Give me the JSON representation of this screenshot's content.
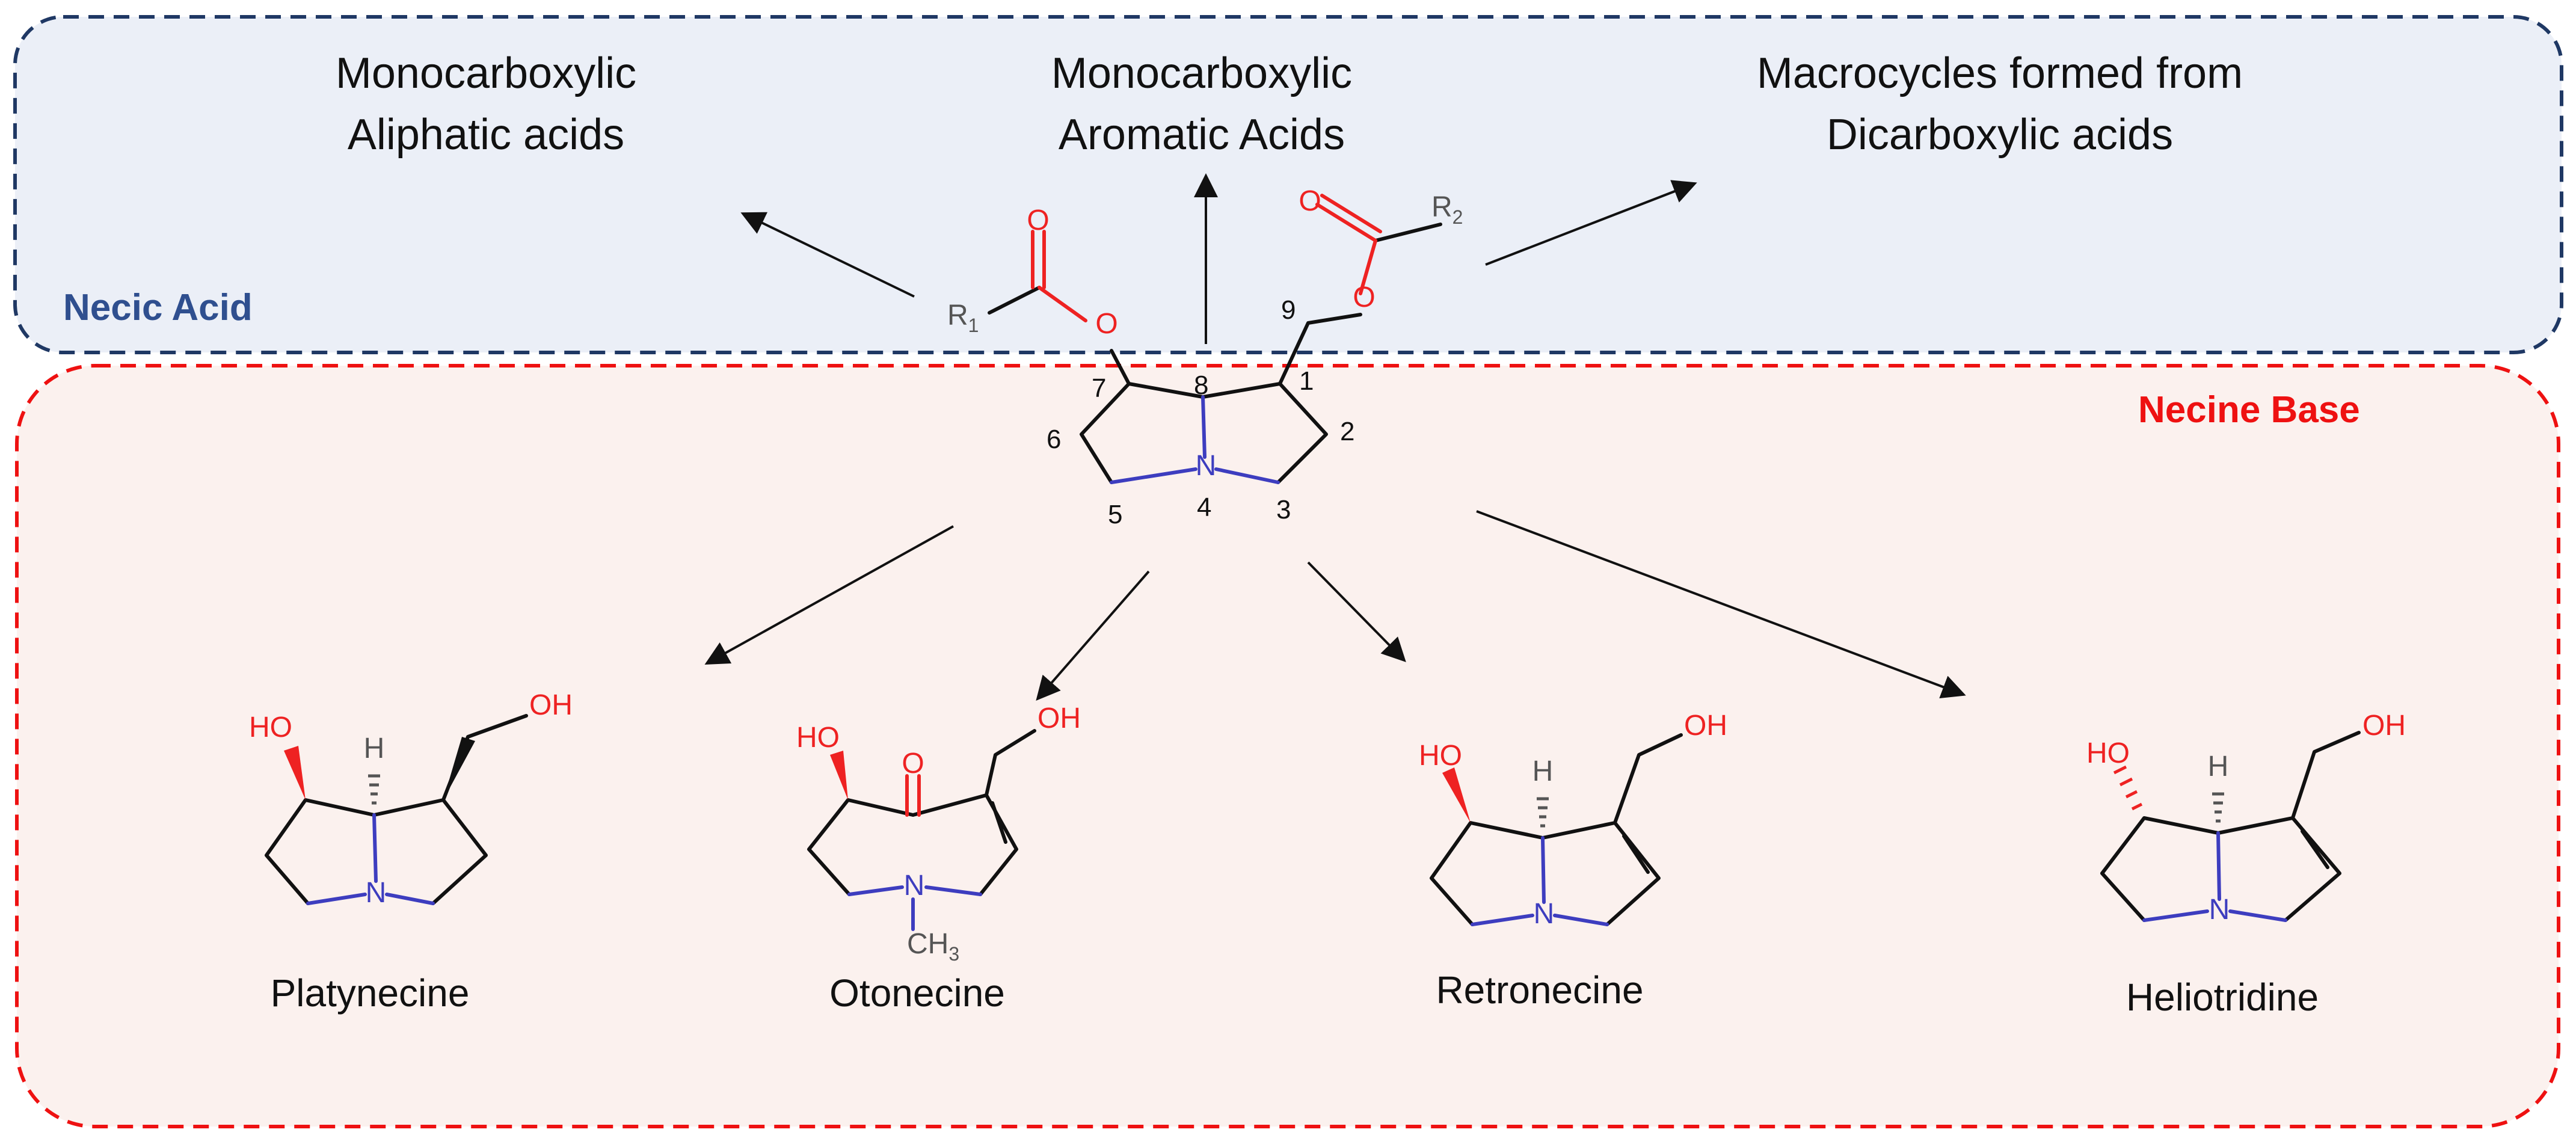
{
  "regions": {
    "necic_acid": {
      "label": "Necic Acid",
      "color": "#2f4f8f"
    },
    "necine_base": {
      "label": "Necine Base",
      "color": "#ee1111"
    }
  },
  "acid_classes": [
    {
      "line1": "Monocarboxylic",
      "line2": "Aliphatic acids"
    },
    {
      "line1": "Monocarboxylic",
      "line2": "Aromatic Acids"
    },
    {
      "line1": "Macrocycles formed from",
      "line2": "Dicarboxylic acids"
    }
  ],
  "core_structure": {
    "atom_numbers": [
      "1",
      "2",
      "3",
      "4",
      "5",
      "6",
      "7",
      "8",
      "9"
    ],
    "substituents": {
      "r1": "R",
      "r1_sub": "1",
      "r2": "R",
      "r2_sub": "2"
    },
    "atoms": {
      "O": "O",
      "N": "N"
    }
  },
  "molecules": [
    {
      "name": "Platynecine",
      "labels": {
        "ho": "HO",
        "oh": "OH",
        "h": "H",
        "n": "N"
      }
    },
    {
      "name": "Otonecine",
      "labels": {
        "ho": "HO",
        "oh": "OH",
        "o": "O",
        "n": "N",
        "ch3": "CH",
        "ch3_sub": "3"
      }
    },
    {
      "name": "Retronecine",
      "labels": {
        "ho": "HO",
        "oh": "OH",
        "h": "H",
        "n": "N"
      }
    },
    {
      "name": "Heliotridine",
      "labels": {
        "ho": "HO",
        "oh": "OH",
        "h": "H",
        "n": "N"
      }
    }
  ],
  "colors": {
    "necic_bg": "#ebeff7",
    "necic_border": "#1f3864",
    "necine_bg": "#fbf1ee",
    "necine_border": "#ee1111",
    "oxygen": "#ee2222",
    "nitrogen": "#3d3dbf",
    "substituent_grey": "#555555"
  }
}
